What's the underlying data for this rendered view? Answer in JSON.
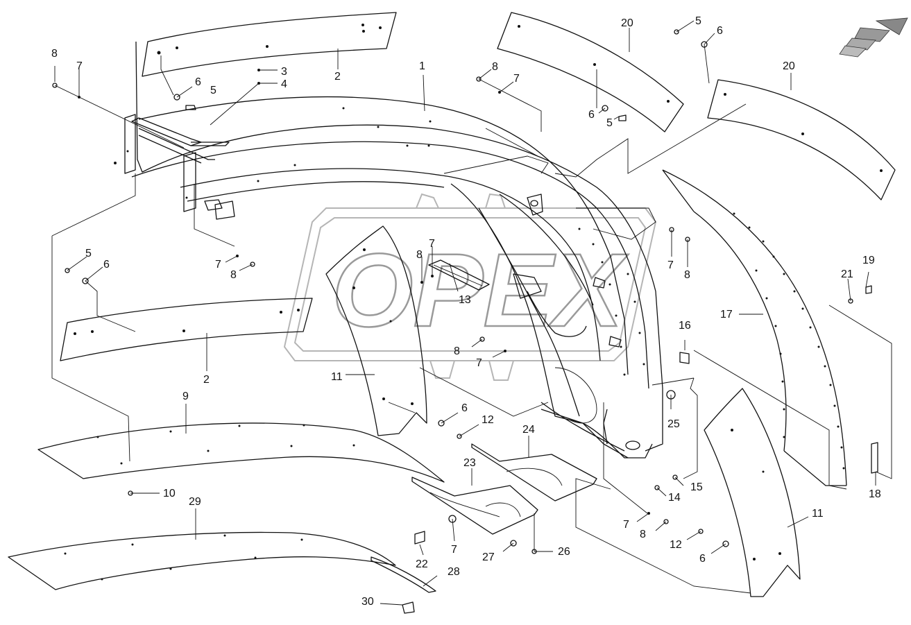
{
  "watermark": {
    "text": "OPEX",
    "color": "#9a9a9a"
  },
  "callouts": [
    {
      "id": "c1",
      "text": "1"
    },
    {
      "id": "c2a",
      "text": "2"
    },
    {
      "id": "c2b",
      "text": "2"
    },
    {
      "id": "c3",
      "text": "3"
    },
    {
      "id": "c4",
      "text": "4"
    },
    {
      "id": "c5a",
      "text": "5"
    },
    {
      "id": "c5b",
      "text": "5"
    },
    {
      "id": "c5c",
      "text": "5"
    },
    {
      "id": "c5d",
      "text": "5"
    },
    {
      "id": "c6a",
      "text": "6"
    },
    {
      "id": "c6b",
      "text": "6"
    },
    {
      "id": "c6c",
      "text": "6"
    },
    {
      "id": "c6d",
      "text": "6"
    },
    {
      "id": "c6e",
      "text": "6"
    },
    {
      "id": "c6f",
      "text": "6"
    },
    {
      "id": "c7a",
      "text": "7"
    },
    {
      "id": "c7b",
      "text": "7"
    },
    {
      "id": "c7c",
      "text": "7"
    },
    {
      "id": "c7d",
      "text": "7"
    },
    {
      "id": "c7e",
      "text": "7"
    },
    {
      "id": "c7f",
      "text": "7"
    },
    {
      "id": "c7g",
      "text": "7"
    },
    {
      "id": "c7h",
      "text": "7"
    },
    {
      "id": "c8a",
      "text": "8"
    },
    {
      "id": "c8b",
      "text": "8"
    },
    {
      "id": "c8c",
      "text": "8"
    },
    {
      "id": "c8d",
      "text": "8"
    },
    {
      "id": "c8e",
      "text": "8"
    },
    {
      "id": "c8f",
      "text": "8"
    },
    {
      "id": "c8g",
      "text": "8"
    },
    {
      "id": "c9",
      "text": "9"
    },
    {
      "id": "c10",
      "text": "10"
    },
    {
      "id": "c11a",
      "text": "11"
    },
    {
      "id": "c11b",
      "text": "11"
    },
    {
      "id": "c12a",
      "text": "12"
    },
    {
      "id": "c12b",
      "text": "12"
    },
    {
      "id": "c13",
      "text": "13"
    },
    {
      "id": "c14",
      "text": "14"
    },
    {
      "id": "c15",
      "text": "15"
    },
    {
      "id": "c16",
      "text": "16"
    },
    {
      "id": "c17",
      "text": "17"
    },
    {
      "id": "c18",
      "text": "18"
    },
    {
      "id": "c19",
      "text": "19"
    },
    {
      "id": "c20a",
      "text": "20"
    },
    {
      "id": "c20b",
      "text": "20"
    },
    {
      "id": "c21",
      "text": "21"
    },
    {
      "id": "c22",
      "text": "22"
    },
    {
      "id": "c23",
      "text": "23"
    },
    {
      "id": "c24",
      "text": "24"
    },
    {
      "id": "c25",
      "text": "25"
    },
    {
      "id": "c26",
      "text": "26"
    },
    {
      "id": "c27",
      "text": "27"
    },
    {
      "id": "c28",
      "text": "28"
    },
    {
      "id": "c29",
      "text": "29"
    },
    {
      "id": "c30",
      "text": "30"
    }
  ]
}
